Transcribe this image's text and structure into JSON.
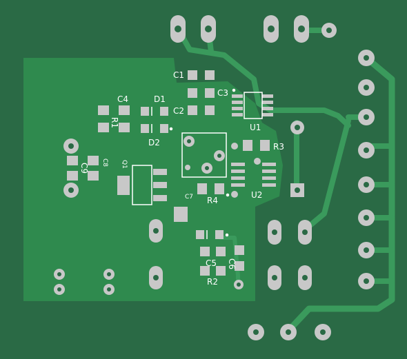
{
  "board": {
    "colors": {
      "substrate": "#2a6a45",
      "copper_fill": "#2f8a4e",
      "trace": "#3a9a5c",
      "pad": "#c8c8c8",
      "drill": "#2a6a45",
      "silkscreen": "#ffffff"
    }
  },
  "labels": {
    "c1": "C1",
    "c2": "C2",
    "c3": "C3",
    "c4": "C4",
    "c5": "C5",
    "c6": "C6",
    "c7": "C7",
    "c8": "C8",
    "c9": "C9",
    "d1": "D1",
    "d2": "D2",
    "r1": "R1",
    "r2": "R2",
    "r3": "R3",
    "r4": "R4",
    "u1": "U1",
    "u2": "U2",
    "q1": "Q1"
  }
}
